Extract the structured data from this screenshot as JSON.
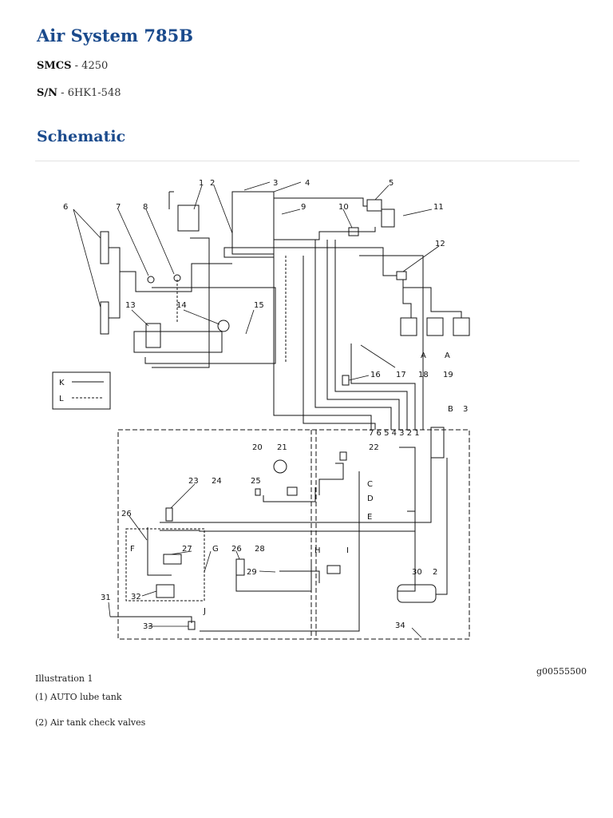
{
  "header": {
    "title": "Air System 785B",
    "smcs_label": "SMCS",
    "smcs_value": " - 4250",
    "sn_label": "S/N",
    "sn_value": " - 6HK1-548"
  },
  "section": {
    "heading": "Schematic"
  },
  "schematic": {
    "callouts": [
      "1",
      "2",
      "3",
      "4",
      "5",
      "6",
      "7",
      "8",
      "9",
      "10",
      "11",
      "12",
      "13",
      "14",
      "15",
      "16",
      "17",
      "18",
      "19",
      "20",
      "21",
      "22",
      "23",
      "24",
      "25",
      "26",
      "27",
      "28",
      "29",
      "30",
      "31",
      "32",
      "33",
      "34"
    ],
    "letters": [
      "A",
      "B",
      "C",
      "D",
      "E",
      "F",
      "G",
      "H",
      "I",
      "J"
    ],
    "legend": [
      "K",
      "L"
    ]
  },
  "caption": {
    "label": "Illustration 1",
    "id": "g00555500"
  },
  "items": [
    {
      "num": "(1)",
      "text": " AUTO lube tank"
    },
    {
      "num": "(2)",
      "text": " Air tank check valves"
    }
  ]
}
